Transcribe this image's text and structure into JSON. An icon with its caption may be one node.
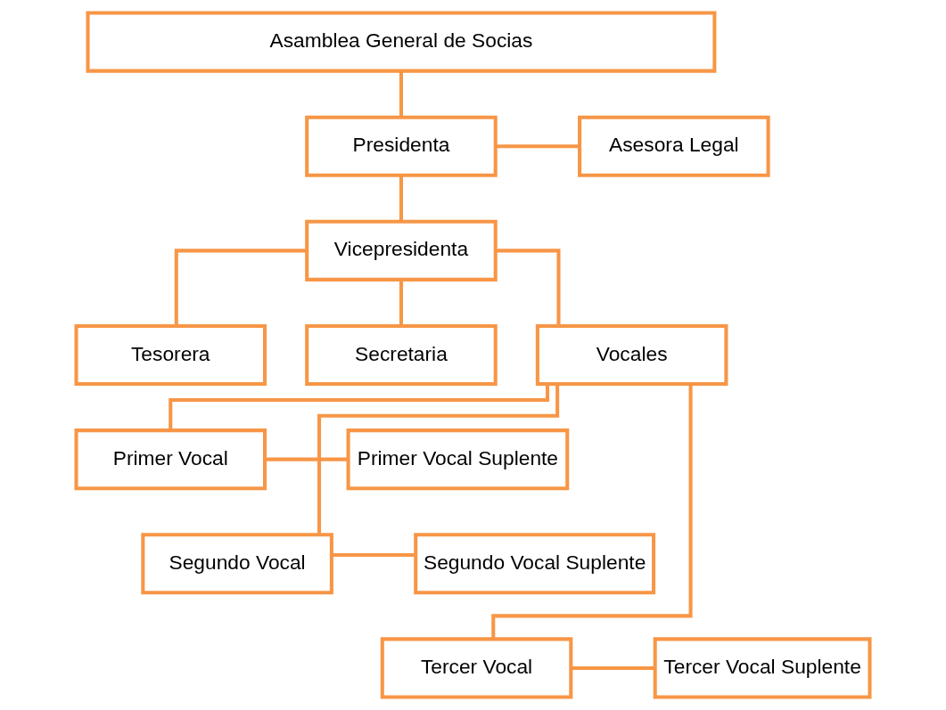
{
  "diagram": {
    "nodes": [
      {
        "text": [
          "Asamblea General de Socias"
        ]
      },
      {
        "text": [
          "Presidenta"
        ]
      },
      {
        "text": [
          "Asesora Legal"
        ]
      },
      {
        "text": [
          "Vicepresidenta"
        ]
      },
      {
        "text": [
          "Tesorera"
        ]
      },
      {
        "text": [
          "Secretaria"
        ]
      },
      {
        "text": [
          "Vocales"
        ]
      },
      {
        "text": [
          "Primer Vocal"
        ]
      },
      {
        "text": [
          "Primer Vocal Suplente"
        ]
      },
      {
        "text": [
          "Segundo Vocal"
        ]
      },
      {
        "text": [
          "Segundo Vocal Suplente"
        ]
      },
      {
        "text": [
          "Tercer Vocal"
        ]
      },
      {
        "text": [
          "Tercer Vocal Suplente"
        ]
      }
    ],
    "edges": [
      {
        "from": 0,
        "to": 1,
        "arrow": "none"
      },
      {
        "from": 1,
        "to": 3,
        "arrow": "none"
      },
      {
        "from": 1,
        "to": 2,
        "arrow": "none"
      },
      {
        "from": 3,
        "to": 4,
        "arrow": "none"
      },
      {
        "from": 3,
        "to": 5,
        "arrow": "none"
      },
      {
        "from": 3,
        "to": 6,
        "arrow": "none"
      },
      {
        "from": 6,
        "to": 7,
        "arrow": "none"
      },
      {
        "from": 6,
        "to": 9,
        "arrow": "none"
      },
      {
        "from": 6,
        "to": 11,
        "arrow": "none"
      },
      {
        "from": 7,
        "to": 8,
        "arrow": "none"
      },
      {
        "from": 9,
        "to": 10,
        "arrow": "none"
      },
      {
        "from": 11,
        "to": 12,
        "arrow": "none"
      }
    ]
  }
}
